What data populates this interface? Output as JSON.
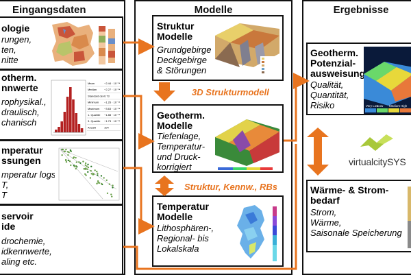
{
  "columns": {
    "left": {
      "title": "Eingangsdaten",
      "cards": [
        {
          "title": "ologie",
          "body": "rungen,\nten,\nnitte"
        },
        {
          "title": "otherm.\nnnwerte",
          "body": "rophysikal.,\ndraulisch,\nchanisch"
        },
        {
          "title": "mperatur\nssungen",
          "body": "mperatur logs,\nT,\nT"
        },
        {
          "title": "servoir\nide",
          "body": "drochemie,\nidkennwerte,\naling etc."
        }
      ]
    },
    "middle": {
      "title": "Modelle",
      "cards": [
        {
          "title": "Struktur\nModelle",
          "body": "Grundgebirge\nDeckgebirge\n& Störungen"
        },
        {
          "title": "Geotherm.\nModelle",
          "body": "Tiefenlage,\nTemperatur-\nund Druck-\nkorrigiert"
        },
        {
          "title": "Temperatur\nModelle",
          "body": "Lithosphären-,\nRegional- bis\nLokalskala"
        }
      ],
      "labels": {
        "strukturmodell": "3D Strukturmodell",
        "kennwerte": "Struktur, Kennw., RBs"
      }
    },
    "right": {
      "title": "Ergebnisse",
      "cards": [
        {
          "title": "Geotherm.\nPotenzial-\nausweisung",
          "body": "Qualität,\nQuantität,\nRisiko"
        },
        {
          "title": "Wärme- & Strom-\nbedarf",
          "body": "Strom,\nWärme,\nSaisonale Speicherung"
        }
      ],
      "logo": "virtualcitySYS"
    }
  },
  "chart_snippets": {
    "histogram_table": {
      "rows": [
        {
          "label": "Mean",
          "value": "~2.44 · 10⁻¹⁴"
        },
        {
          "label": "Median",
          "value": "~2.27 · 10⁻¹⁴"
        },
        {
          "label": "Standard dev",
          "value": "0.73"
        },
        {
          "label": "Minimum",
          "value": "~1.26 · 10⁻¹⁴"
        },
        {
          "label": "Maximum",
          "value": "~3.63 · 10⁻¹⁴"
        },
        {
          "label": "1. Quartile",
          "value": "~1.88 · 10⁻¹⁴"
        },
        {
          "label": "3. Quartile",
          "value": "~1.73 · 10⁻¹⁴"
        },
        {
          "label": "Anzahl",
          "value": "104"
        }
      ]
    },
    "potential_legend": [
      "Very Low",
      "Low",
      "Medium",
      "High"
    ]
  },
  "colors": {
    "accent_orange": "#e8741f",
    "border": "#111111"
  }
}
